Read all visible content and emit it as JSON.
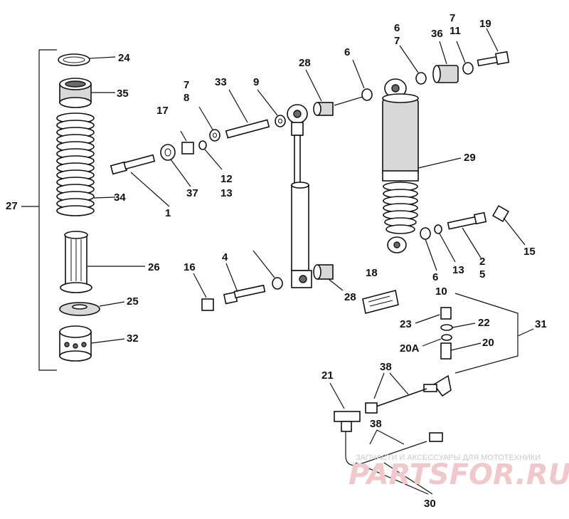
{
  "diagram": {
    "callouts": [
      "24",
      "35",
      "34",
      "27",
      "26",
      "25",
      "32",
      "17",
      "7",
      "8",
      "33",
      "9",
      "28",
      "6",
      "1",
      "37",
      "12",
      "13",
      "16",
      "4",
      "28",
      "18",
      "29",
      "6",
      "7",
      "36",
      "7",
      "11",
      "19",
      "6",
      "13",
      "2",
      "5",
      "15",
      "10",
      "23",
      "22",
      "20A",
      "20",
      "31",
      "21",
      "38",
      "38",
      "30"
    ],
    "watermark": {
      "caption": "ЗАПЧАСТИ И АКСЕССУАРЫ ДЛЯ МОТОТЕХНИКИ",
      "logo": "PARTSFOR.RU"
    },
    "colors": {
      "ink": "#111111",
      "watermark_red": "#f0c8cc"
    }
  }
}
